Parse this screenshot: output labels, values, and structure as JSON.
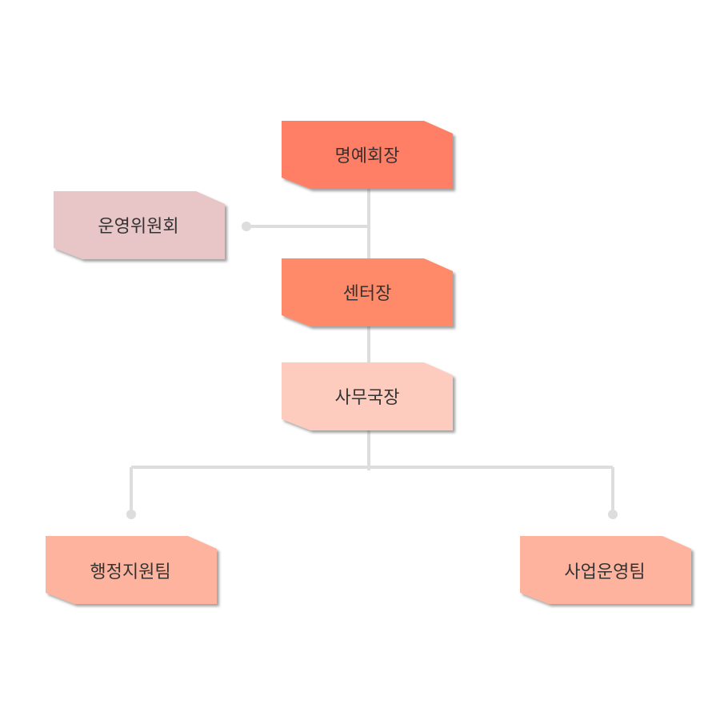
{
  "org_chart": {
    "nodes": {
      "honorary_chair": {
        "label": "명예회장",
        "color": "#FF7F66"
      },
      "steering_committee": {
        "label": "운영위원회",
        "color": "#E8C5C6"
      },
      "center_director": {
        "label": "센터장",
        "color": "#FF8A6B"
      },
      "secretary_general": {
        "label": "사무국장",
        "color": "#FDCCBE"
      },
      "admin_support_team": {
        "label": "행정지원팀",
        "color": "#FDB39D"
      },
      "business_operations_team": {
        "label": "사업운영팀",
        "color": "#FDB39D"
      }
    },
    "connector_color": "#DDDDDD"
  }
}
